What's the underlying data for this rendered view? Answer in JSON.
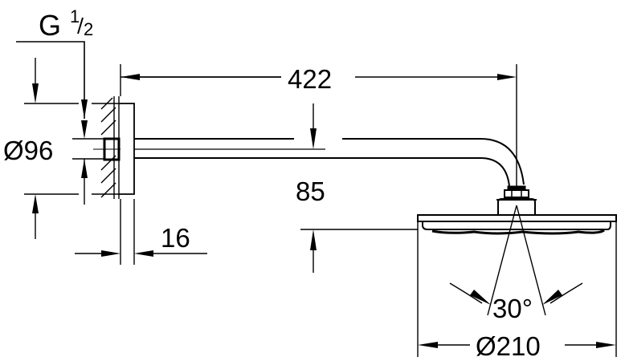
{
  "drawing": {
    "type": "technical dimension drawing",
    "subject": "shower arm with head shower",
    "thread_label": "G",
    "thread_frac_num": "1",
    "thread_frac_den": "2",
    "dims": {
      "arm_length": "422",
      "arm_drop": "85",
      "flange_diameter": "Ø96",
      "flange_depth": "16",
      "spray_angle": "30°",
      "head_diameter": "Ø210"
    },
    "colors": {
      "line": "#000000",
      "background": "#ffffff"
    }
  }
}
